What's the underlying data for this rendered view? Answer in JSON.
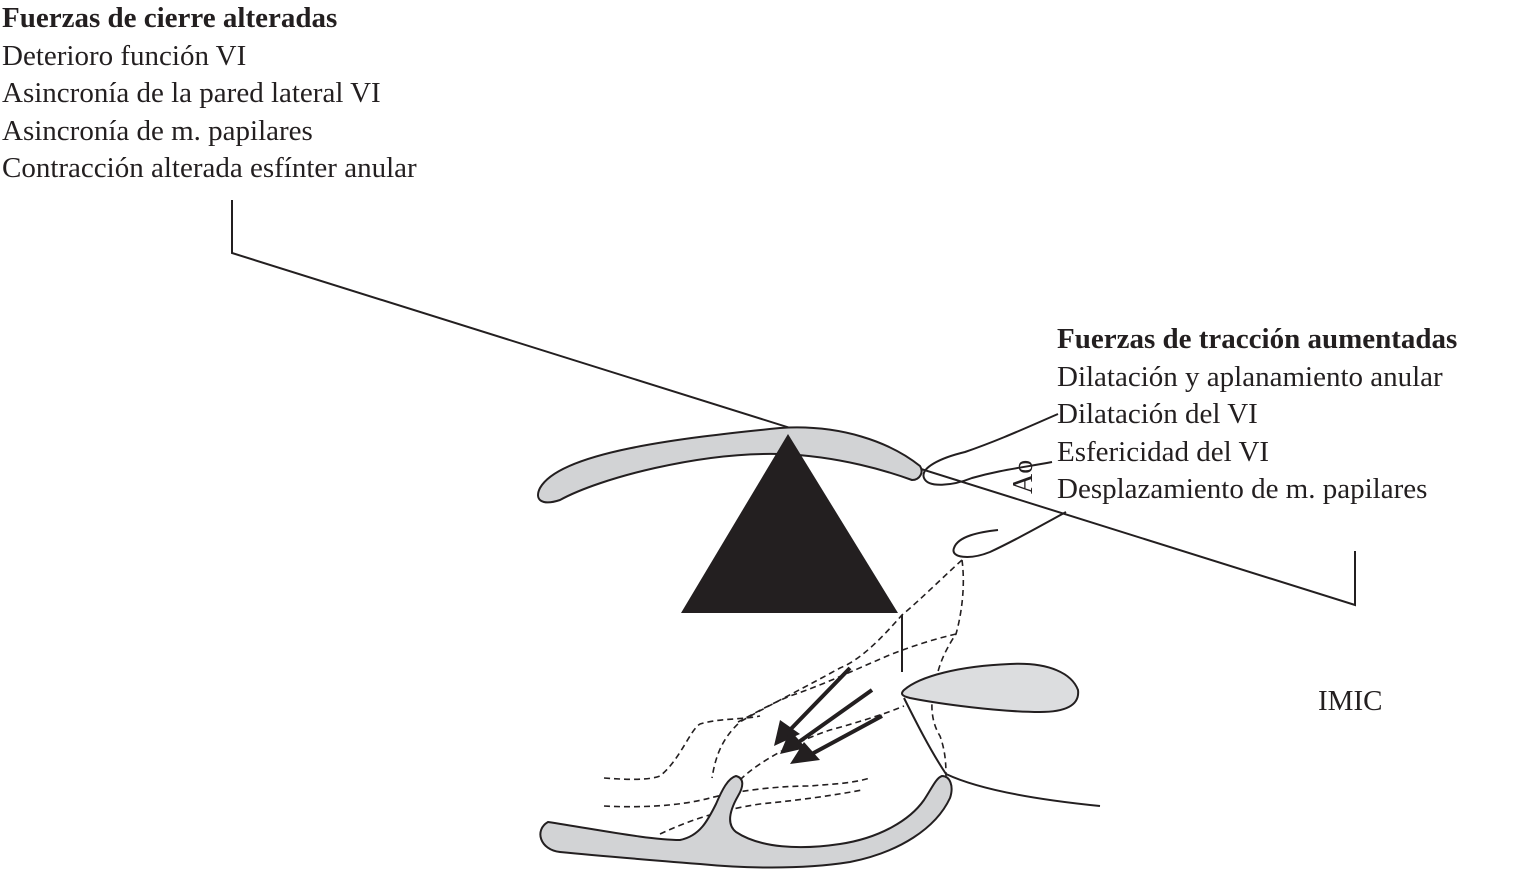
{
  "left_block": {
    "title": "Fuerzas de cierre alteradas",
    "lines": [
      "Deterioro función VI",
      "Asincronía de la pared lateral VI",
      "Asincronía de m. papilares",
      "Contracción alterada esfínter anular"
    ]
  },
  "right_block": {
    "title": "Fuerzas de tracción aumentadas",
    "lines": [
      "Dilatación y aplanamiento anular",
      "Dilatación del VI",
      "Esfericidad del VI",
      "Desplazamiento de m. papilares"
    ]
  },
  "aorta_label": "Ao",
  "condition_label": "IMIC",
  "colors": {
    "ink": "#231f20",
    "leaflet_gray": "#d2d3d5",
    "fulcrum": "#231f20"
  }
}
